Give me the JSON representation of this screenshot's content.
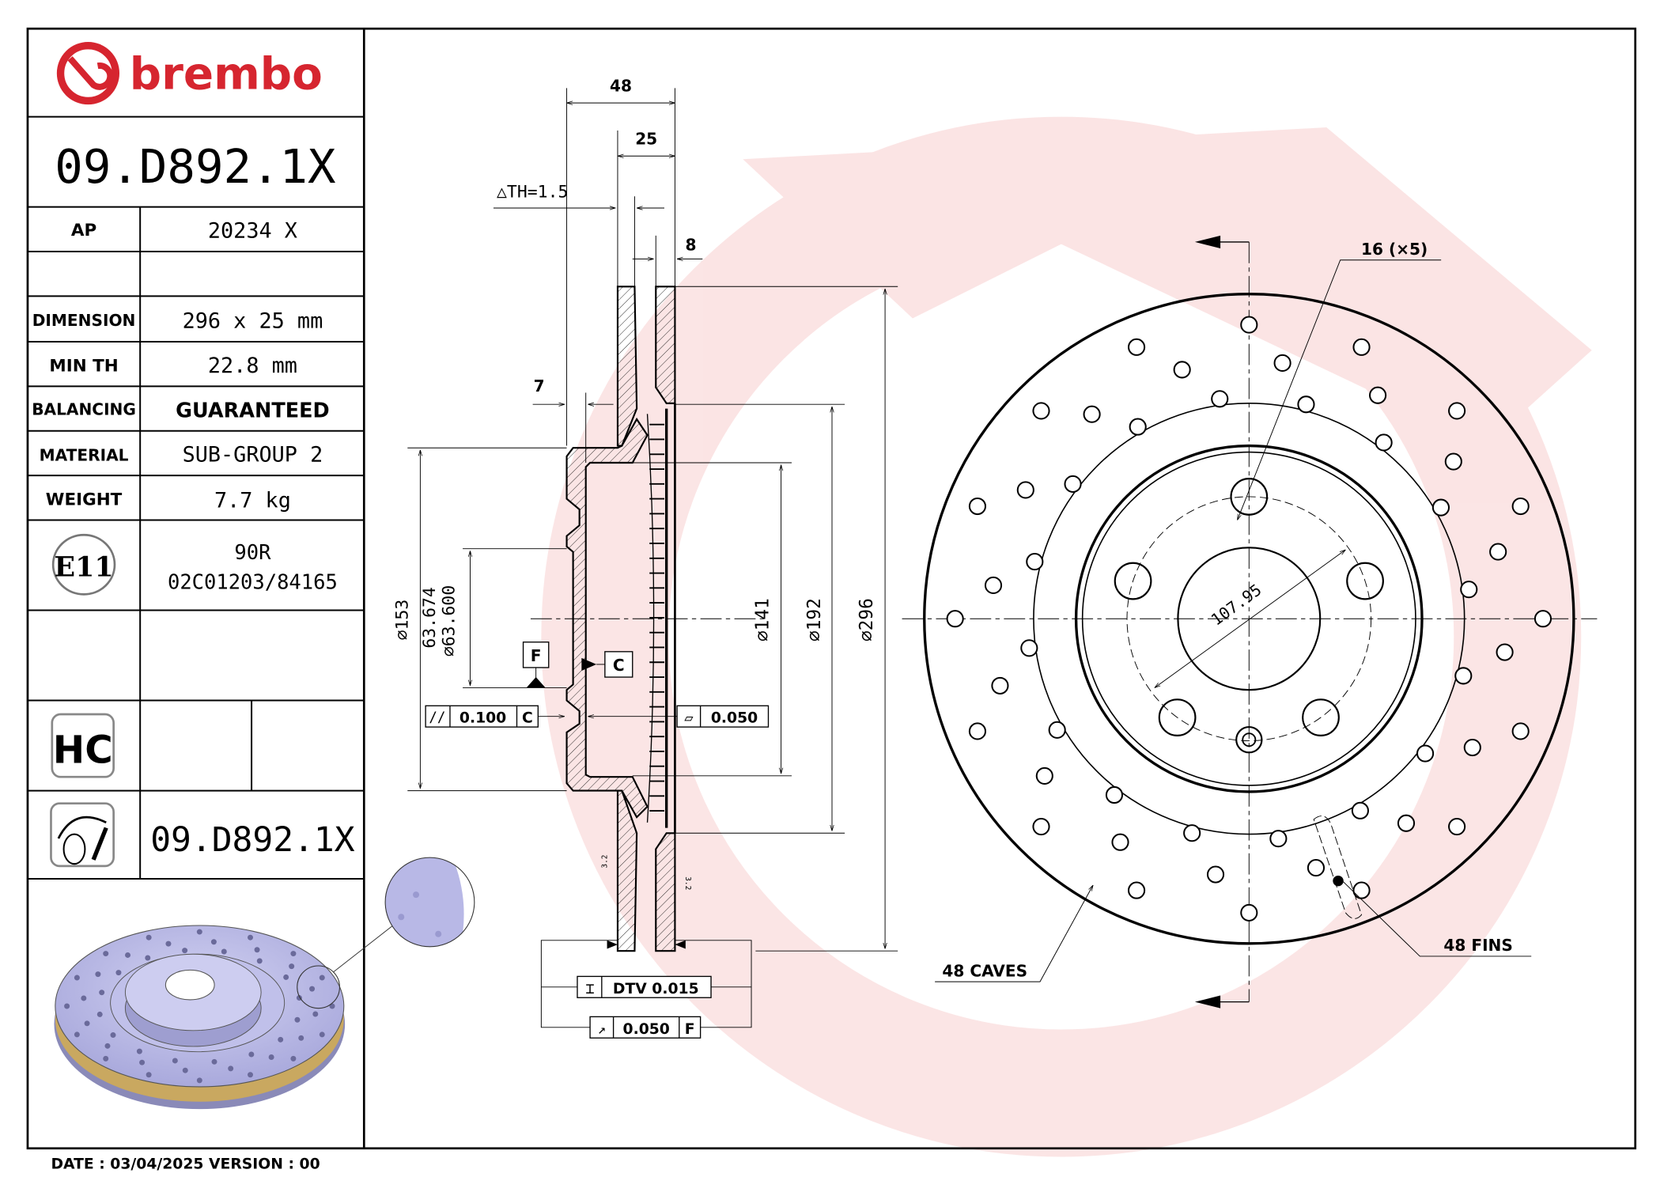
{
  "brand": {
    "logo_text": "brembo",
    "color": "#d6252f"
  },
  "title_block": {
    "part_number": "09.D892.1X",
    "rows": [
      {
        "label": "AP",
        "value": "20234 X"
      },
      {
        "label": "",
        "value": ""
      },
      {
        "label": "DIMENSION",
        "value": "296 x 25 mm"
      },
      {
        "label": "MIN TH",
        "value": "22.8 mm"
      },
      {
        "label": "BALANCING",
        "value": "GUARANTEED"
      },
      {
        "label": "MATERIAL",
        "value": "SUB-GROUP 2"
      },
      {
        "label": "WEIGHT",
        "value": "7.7 kg"
      }
    ],
    "approval": {
      "mark": "E11",
      "line1": "90R",
      "line2": "02C01203/84165"
    },
    "hc_badge": "HC",
    "marking_part_number": "09.D892.1X",
    "footer": "DATE : 03/04/2025 VERSION : 00"
  },
  "section_view": {
    "dim_overall_width": "48",
    "dim_thickness": "25",
    "delta_th": "△TH=1.5",
    "dim_8": "8",
    "dim_7": "7",
    "dia_153": "⌀153",
    "dia_63_upper": "63.674",
    "dia_63_lower": "⌀63.600",
    "dia_141": "⌀141",
    "dia_192": "⌀192",
    "dia_296": "⌀296",
    "datum_f": "F",
    "datum_c": "C",
    "parallelism": {
      "symbol": "//",
      "value": "0.100",
      "datum": "C"
    },
    "flatness": {
      "symbol": "▱",
      "value": "0.050"
    },
    "dtv": {
      "symbol": "⌶",
      "value": "DTV 0.015"
    },
    "runout": {
      "symbol": "↗",
      "value": "0.050",
      "datum": "F"
    },
    "roughness": "3.2"
  },
  "front_view": {
    "bolt_holes": "16 (×5)",
    "pcd": "107.95",
    "caves": "48 CAVES",
    "fins": "48 FINS"
  },
  "colors": {
    "watermark": "#fbe2e2",
    "render_disc": "#b8b8e6",
    "render_vanes": "#c9a860"
  }
}
